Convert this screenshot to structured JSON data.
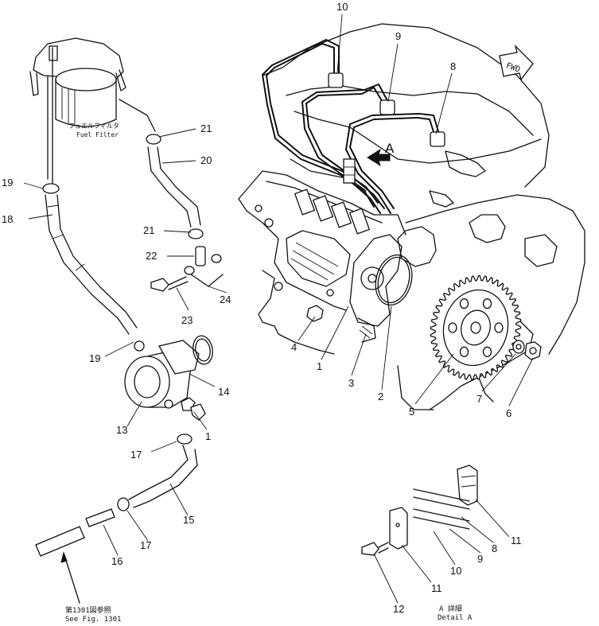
{
  "fuel_filter": {
    "label_jp": "フュエルフィルタ",
    "label_en": "Fuel Filter"
  },
  "fwd_arrow": {
    "label": "FWD"
  },
  "view_marker": {
    "label": "A"
  },
  "detail": {
    "label_jp": "A 詳細",
    "label_en": "Detail A"
  },
  "reference": {
    "label_jp": "第1301図参照",
    "label_en": "See Fig. 1301"
  },
  "callouts": {
    "c1a": "1",
    "c1b": "1",
    "c2": "2",
    "c3": "3",
    "c4": "4",
    "c5": "5",
    "c6": "6",
    "c7": "7",
    "c8a": "8",
    "c8b": "8",
    "c9a": "9",
    "c9b": "9",
    "c10a": "10",
    "c10b": "10",
    "c11a": "11",
    "c11b": "11",
    "c12": "12",
    "c13": "13",
    "c14": "14",
    "c15": "15",
    "c16": "16",
    "c17a": "17",
    "c17b": "17",
    "c18": "18",
    "c19a": "19",
    "c19b": "19",
    "c20": "20",
    "c21a": "21",
    "c21b": "21",
    "c22": "22",
    "c23": "23",
    "c24": "24"
  }
}
